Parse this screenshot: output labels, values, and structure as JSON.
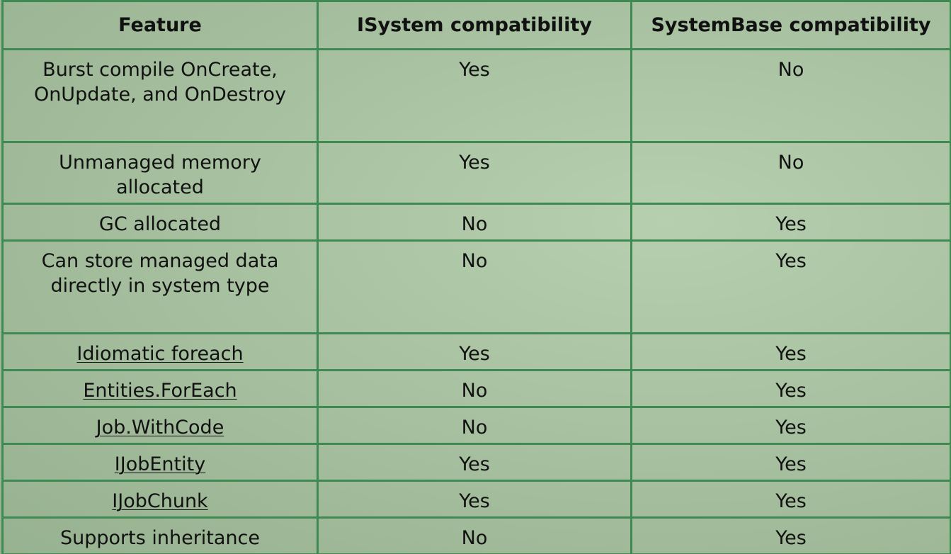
{
  "table": {
    "headers": [
      "Feature",
      "ISystem compatibility",
      "SystemBase compatibility"
    ],
    "rows": [
      {
        "feature": "Burst compile OnCreate, OnUpdate, and OnDestroy",
        "isystem": "Yes",
        "systembase": "No",
        "link": false
      },
      {
        "feature": "Unmanaged memory allocated",
        "isystem": "Yes",
        "systembase": "No",
        "link": false
      },
      {
        "feature": "GC allocated",
        "isystem": "No",
        "systembase": "Yes",
        "link": false
      },
      {
        "feature": "Can store managed data directly in system type",
        "isystem": "No",
        "systembase": "Yes",
        "link": false
      },
      {
        "feature": "Idiomatic foreach",
        "isystem": "Yes",
        "systembase": "Yes",
        "link": true
      },
      {
        "feature": "Entities.ForEach",
        "isystem": "No",
        "systembase": "Yes",
        "link": true
      },
      {
        "feature": "Job.WithCode",
        "isystem": "No",
        "systembase": "Yes",
        "link": true
      },
      {
        "feature": "IJobEntity",
        "isystem": "Yes",
        "systembase": "Yes",
        "link": true
      },
      {
        "feature": "IJobChunk",
        "isystem": "Yes",
        "systembase": "Yes",
        "link": true
      },
      {
        "feature": "Supports inheritance",
        "isystem": "No",
        "systembase": "Yes",
        "link": false
      }
    ]
  },
  "colors": {
    "border": "#3e8a52",
    "background": "#a9c2a2",
    "text": "#111111"
  }
}
